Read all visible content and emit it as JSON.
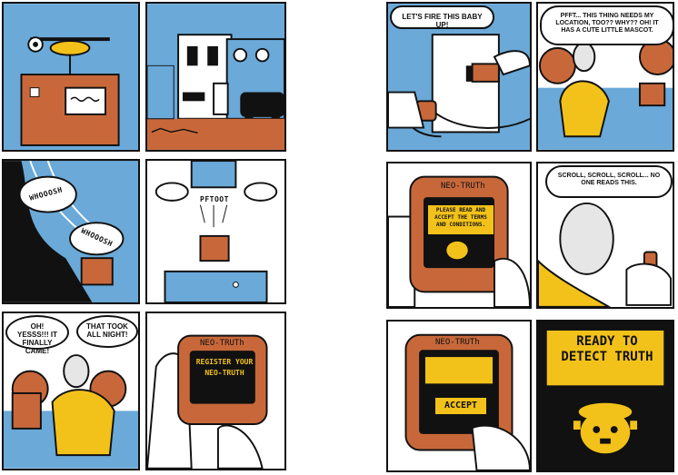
{
  "colors": {
    "blue": "#6aa9d8",
    "orange": "#c8683a",
    "yellow": "#f2c21a",
    "black": "#111111",
    "white": "#ffffff"
  },
  "left_page": {
    "p4_sfx_1": "WHOOOSH",
    "p4_sfx_2": "WHOOOSH",
    "p5_sfx": "PFTOOT",
    "p6_bubble_1": "OH! YESSS!!! IT FINALLY CAME!",
    "p6_bubble_2": "THAT TOOK ALL NIGHT!",
    "p7_brand": "NEO-TRUTh",
    "p7_screen": "REGISTER YOUR NEO-TRUTH"
  },
  "right_page": {
    "p1_bubble": "LET'S FIRE THIS BABY UP!",
    "p2_bubble": "PFFT... THIS THING NEEDS MY LOCATION, TOO?? WHY?? OH! IT HAS A CUTE LITTLE MASCOT.",
    "p3_brand": "NEO-TRUTh",
    "p3_screen": "PLEASE READ AND ACCEPT THE TERMS AND CONDITIONS.",
    "p4_bubble": "SCROLL, SCROLL, SCROLL... NO ONE READS THIS.",
    "p5_brand": "NEO-TRUTh",
    "p5_button": "ACCEPT",
    "p6_screen": "READY TO DETECT TRUTH"
  }
}
